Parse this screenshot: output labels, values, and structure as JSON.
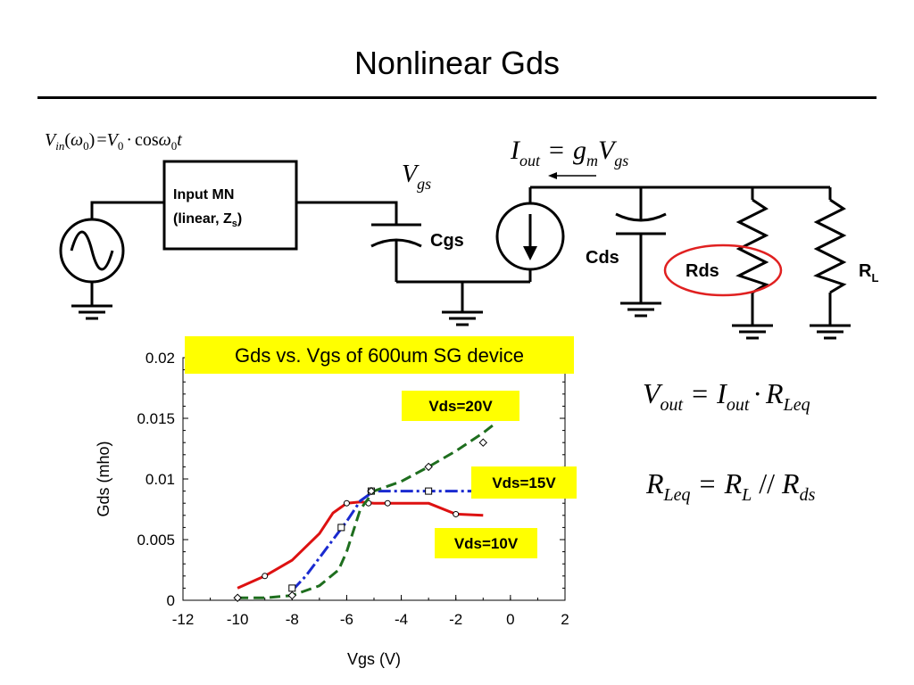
{
  "title": "Nonlinear Gds",
  "circuit": {
    "source_eq": {
      "V": "V",
      "in": "in",
      "w": "ω",
      "zero": "0",
      "eq": "=",
      "V0": "V",
      "zero2": "0",
      "dot": "·",
      "cos": "cos",
      "w2": "ω",
      "zero3": "0",
      "t": "t"
    },
    "matching_network": {
      "line1": "Input MN",
      "line2": "(linear, Z",
      "sub": "s",
      "close": ")"
    },
    "vgs": {
      "V": "V",
      "sub": "gs"
    },
    "iout_eq": {
      "I": "I",
      "sub_out": "out",
      "eq": "=",
      "g": "g",
      "sub_m": "m",
      "V": "V",
      "sub_gs": "gs"
    },
    "cgs_label": "Cgs",
    "cds_label": "Cds",
    "rds_label": "Rds",
    "rl_label": {
      "R": "R",
      "sub": "L"
    },
    "highlight_color": "#e02020"
  },
  "equations": {
    "vout": {
      "V": "V",
      "sub_out": "out",
      "eq": "=",
      "I": "I",
      "sub_out2": "out",
      "dot": "·",
      "R": "R",
      "sub_leq": "Leq"
    },
    "rleq": {
      "R": "R",
      "sub_leq": "Leq",
      "eq": "=",
      "R2": "R",
      "sub_l": "L",
      "par": "//",
      "R3": "R",
      "sub_ds": "ds"
    }
  },
  "chart_data": {
    "type": "line",
    "title": "Gds vs. Vgs of 600um SG device",
    "xlabel": "Vgs (V)",
    "ylabel": "Gds (mho)",
    "xlim": [
      -12,
      2
    ],
    "ylim": [
      0,
      0.02
    ],
    "xticks": [
      -12,
      -10,
      -8,
      -6,
      -4,
      -2,
      0,
      2
    ],
    "xtick_labels": [
      "-12",
      "-10",
      "-8",
      "-6",
      "-4",
      "-2",
      "0",
      "2"
    ],
    "yticks": [
      0,
      0.005,
      0.01,
      0.015,
      0.02
    ],
    "ytick_labels": [
      "0",
      "0.005",
      "0.01",
      "0.015",
      "0.02"
    ],
    "label_bg": "#ffff00",
    "series": [
      {
        "name": "Vds=10V",
        "color": "#dd1111",
        "dash": "",
        "x": [
          -10,
          -9,
          -8,
          -7,
          -6.5,
          -6,
          -5.5,
          -5,
          -4,
          -3,
          -2,
          -1
        ],
        "y": [
          0.001,
          0.002,
          0.0033,
          0.0055,
          0.0072,
          0.008,
          0.0081,
          0.008,
          0.008,
          0.008,
          0.0071,
          0.007
        ],
        "marker": "circle",
        "marker_x": [
          -9,
          -6,
          -5.2,
          -4.5,
          -2
        ],
        "marker_y": [
          0.002,
          0.008,
          0.008,
          0.008,
          0.0071
        ]
      },
      {
        "name": "Vds=15V",
        "color": "#1a2ad0",
        "dash": "14,4,3,4",
        "x": [
          -8,
          -7.5,
          -7,
          -6.5,
          -6,
          -5.5,
          -5,
          -4,
          -3,
          -2,
          -1
        ],
        "y": [
          0.0008,
          0.002,
          0.0035,
          0.005,
          0.0065,
          0.0082,
          0.009,
          0.009,
          0.009,
          0.009,
          0.009
        ],
        "marker": "square",
        "marker_x": [
          -8,
          -6.2,
          -5.1,
          -3
        ],
        "marker_y": [
          0.001,
          0.006,
          0.009,
          0.009
        ]
      },
      {
        "name": "Vds=20V",
        "color": "#1e6e1e",
        "dash": "12,6",
        "x": [
          -10,
          -9,
          -8,
          -7,
          -6.3,
          -6,
          -5.5,
          -5,
          -4,
          -3,
          -2,
          -1,
          -0.6
        ],
        "y": [
          0.0002,
          0.0002,
          0.0004,
          0.0012,
          0.0025,
          0.004,
          0.0075,
          0.009,
          0.0098,
          0.011,
          0.0123,
          0.0138,
          0.0145
        ],
        "marker": "diamond",
        "marker_x": [
          -10,
          -8,
          -5.1,
          -3,
          -1
        ],
        "marker_y": [
          0.0002,
          0.0004,
          0.009,
          0.011,
          0.013
        ]
      }
    ]
  }
}
